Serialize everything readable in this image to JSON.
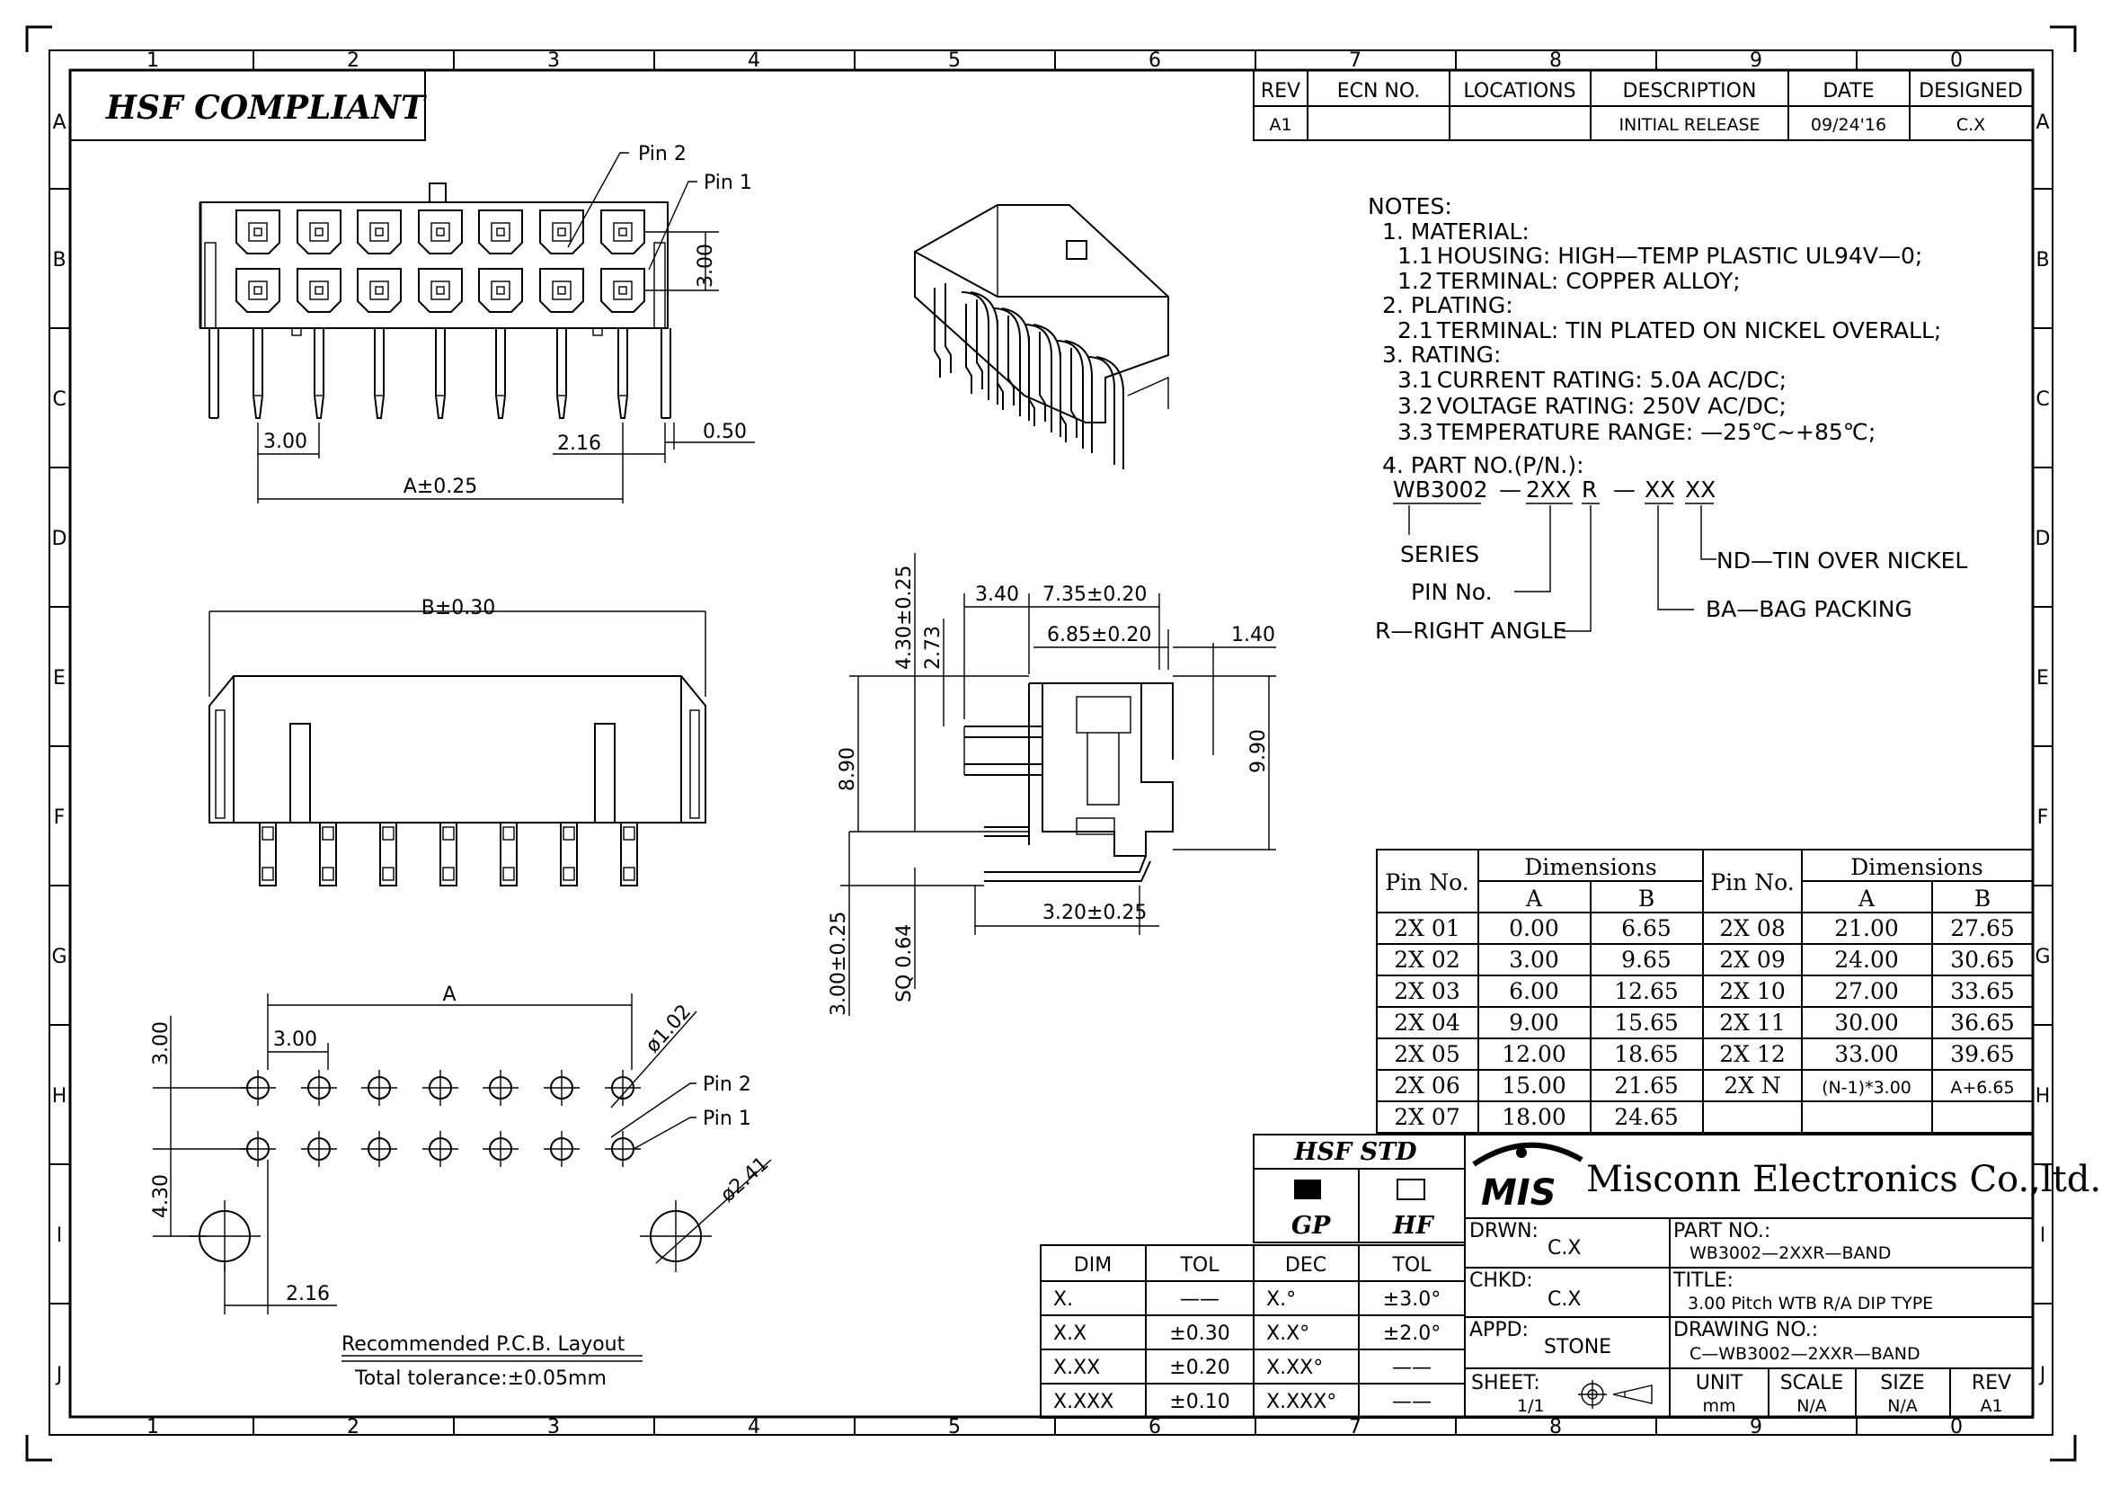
{
  "zones": {
    "cols_top": [
      "1",
      "2",
      "3",
      "4",
      "5",
      "6",
      "7",
      "8",
      "9",
      "0"
    ],
    "cols_bottom": [
      "1",
      "2",
      "3",
      "4",
      "5",
      "6",
      "7",
      "8",
      "9",
      "0"
    ],
    "rows": [
      "A",
      "B",
      "C",
      "D",
      "E",
      "F",
      "G",
      "H",
      "I",
      "J"
    ]
  },
  "compliance": "HSF  COMPLIANT",
  "revision_table": {
    "headers": [
      "REV",
      "ECN  NO.",
      "LOCATIONS",
      "DESCRIPTION",
      "DATE",
      "DESIGNED"
    ],
    "row": [
      "A1",
      "",
      "",
      "INITIAL  RELEASE",
      "09/24'16",
      "C.X"
    ]
  },
  "top_view": {
    "pin2": "Pin  2",
    "pin1": "Pin  1",
    "dim_row_pitch": "3.00",
    "dim_pitch": "3.00",
    "dim_edge": "2.16",
    "dim_pin": "0.50",
    "dim_a": "A±0.25"
  },
  "front_view": {
    "dim_b": "B±0.30"
  },
  "side_view": {
    "dim_4_30": "4.30±0.25",
    "dim_2_73": "2.73",
    "dim_3_40": "3.40",
    "dim_7_35": "7.35±0.20",
    "dim_6_85": "6.85±0.20",
    "dim_1_40": "1.40",
    "dim_8_90": "8.90",
    "dim_9_90": "9.90",
    "dim_3_00": "3.00±0.25",
    "dim_sq": "SQ  0.64",
    "dim_3_20": "3.20±0.25"
  },
  "pcb_layout": {
    "dim_a": "A",
    "dim_pitch": "3.00",
    "dim_row": "3.00",
    "dim_hole": "ø1.02",
    "pin2": "Pin  2",
    "pin1": "Pin  1",
    "dim_4_30": "4.30",
    "dim_peg": "ø2.41",
    "dim_2_16": "2.16",
    "caption": "Recommended  P.C.B.  Layout",
    "tolerance": "Total  tolerance:±0.05mm"
  },
  "notes": {
    "lines": [
      {
        "n": "NOTES:",
        "t": ""
      },
      {
        "n": "1. MATERIAL:",
        "t": ""
      },
      {
        "n": "1.1",
        "t": "HOUSING:  HIGH—TEMP  PLASTIC  UL94V—0;"
      },
      {
        "n": "1.2",
        "t": "TERMINAL:  COPPER  ALLOY;"
      },
      {
        "n": "2. PLATING:",
        "t": ""
      },
      {
        "n": "2.1",
        "t": "TERMINAL:  TIN  PLATED  ON  NICKEL  OVERALL;"
      },
      {
        "n": "3. RATING:",
        "t": ""
      },
      {
        "n": "3.1",
        "t": "CURRENT  RATING:  5.0A  AC/DC;"
      },
      {
        "n": "3.2",
        "t": "VOLTAGE  RATING:  250V  AC/DC;"
      },
      {
        "n": "3.3",
        "t": "TEMPERATURE  RANGE:  —25℃~+85℃;"
      },
      {
        "n": "4. PART  NO.(P/N.):",
        "t": ""
      }
    ],
    "pn_series": "WB3002",
    "pn_dash1": "—",
    "pn_pins": "2XX",
    "pn_angle": "R",
    "pn_dash2": "—",
    "pn_pack": "XX",
    "pn_plate": "XX",
    "lbl_series": "SERIES",
    "lbl_pins": "PIN  No.",
    "lbl_angle": "R—RIGHT  ANGLE",
    "lbl_plate": "ND—TIN  OVER  NICKEL",
    "lbl_pack": "BA—BAG  PACKING"
  },
  "dim_table": {
    "pin_no": "Pin No.",
    "dimensions": "Dimensions",
    "a": "A",
    "b": "B",
    "left": [
      [
        "2X 01",
        "0.00",
        "6.65"
      ],
      [
        "2X 02",
        "3.00",
        "9.65"
      ],
      [
        "2X 03",
        "6.00",
        "12.65"
      ],
      [
        "2X 04",
        "9.00",
        "15.65"
      ],
      [
        "2X 05",
        "12.00",
        "18.65"
      ],
      [
        "2X 06",
        "15.00",
        "21.65"
      ],
      [
        "2X 07",
        "18.00",
        "24.65"
      ]
    ],
    "right": [
      [
        "2X 08",
        "21.00",
        "27.65"
      ],
      [
        "2X 09",
        "24.00",
        "30.65"
      ],
      [
        "2X 10",
        "27.00",
        "33.65"
      ],
      [
        "2X 11",
        "30.00",
        "36.65"
      ],
      [
        "2X 12",
        "33.00",
        "39.65"
      ],
      [
        "2X N",
        "(N-1)*3.00",
        "A+6.65"
      ]
    ]
  },
  "hsf_std": {
    "title": "HSF  STD",
    "gp": "GP",
    "hf": "HF"
  },
  "tolerance_table": {
    "headers": [
      "DIM",
      "TOL",
      "DEC",
      "TOL"
    ],
    "rows": [
      [
        "X.",
        "——",
        "X.°",
        "±3.0°"
      ],
      [
        "X.X",
        "±0.30",
        "X.X°",
        "±2.0°"
      ],
      [
        "X.XX",
        "±0.20",
        "X.XX°",
        "——"
      ],
      [
        "X.XXX",
        "±0.10",
        "X.XXX°",
        "——"
      ]
    ]
  },
  "title_block": {
    "logo": "MIS",
    "company": "Misconn Electronics Co.,ltd.",
    "drwn_label": "DRWN:",
    "drwn": "C.X",
    "part_label": "PART  NO.:",
    "part": "WB3002—2XXR—BAND",
    "chkd_label": "CHKD:",
    "chkd": "C.X",
    "title_label": "TITLE:",
    "title": "3.00  Pitch  WTB  R/A  DIP  TYPE",
    "appd_label": "APPD:",
    "appd": "STONE",
    "dwg_label": "DRAWING  NO.:",
    "dwg": "C—WB3002—2XXR—BAND",
    "sheet_label": "SHEET:",
    "sheet": "1/1",
    "unit_label": "UNIT",
    "unit": "mm",
    "scale_label": "SCALE",
    "scale": "N/A",
    "size_label": "SIZE",
    "size": "N/A",
    "rev_label": "REV",
    "rev": "A1"
  }
}
